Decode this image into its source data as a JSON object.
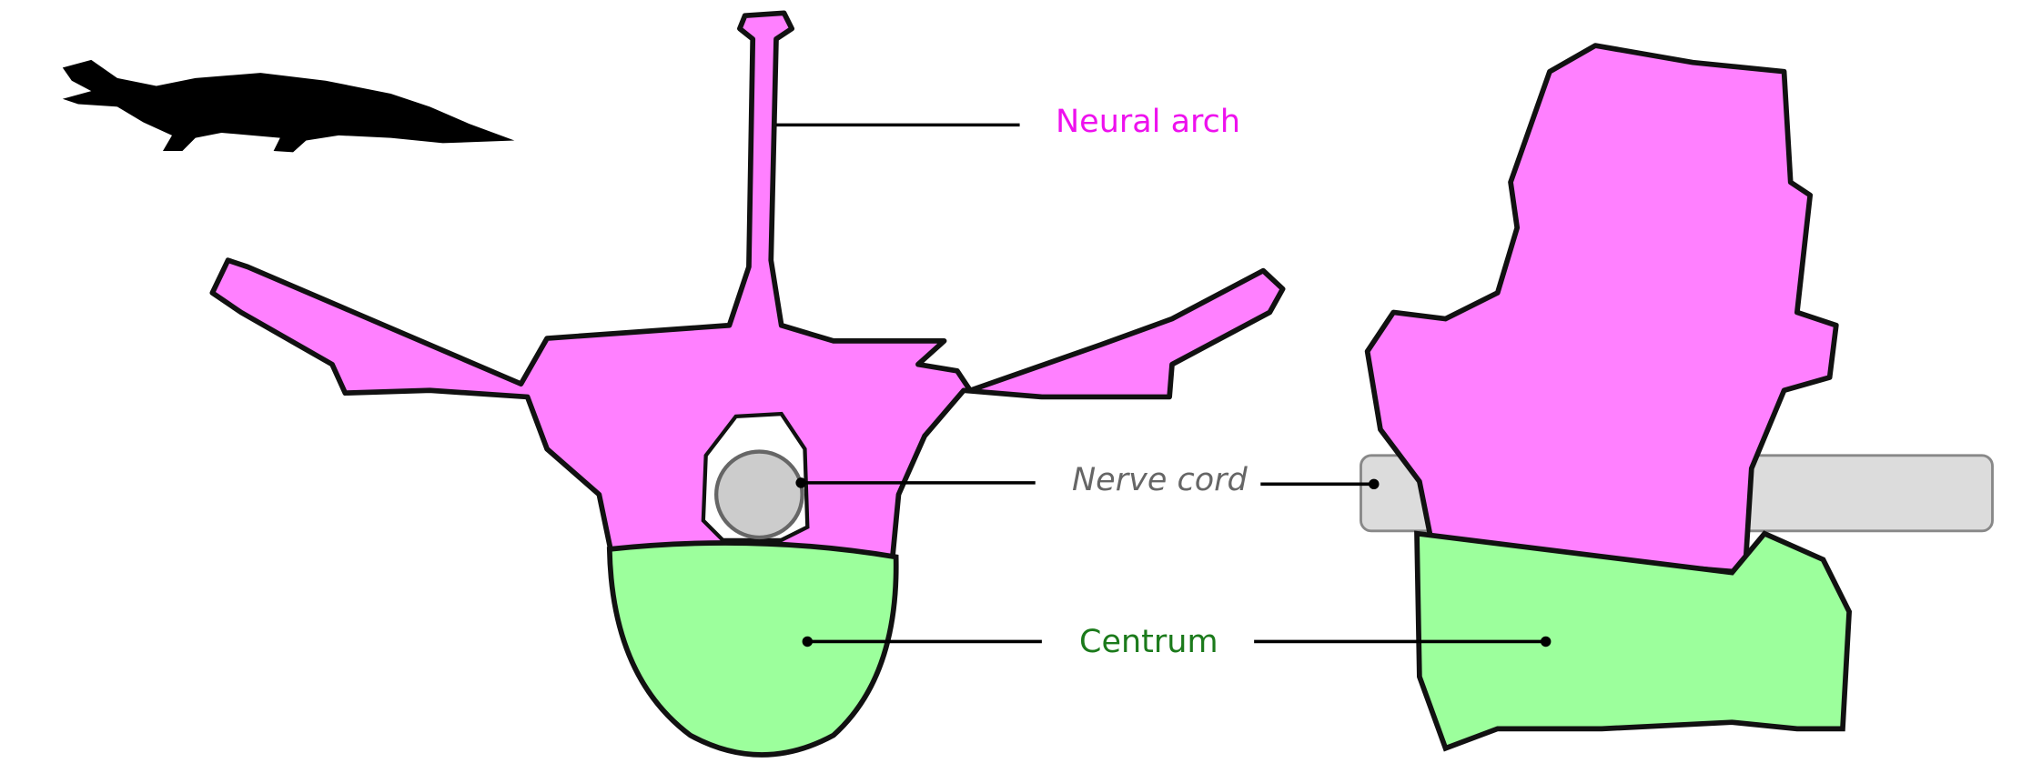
{
  "labels": {
    "neural_arch": "Neural arch",
    "nerve_cord": "Nerve cord",
    "centrum": "Centrum"
  },
  "colors": {
    "neural_arch_fill": "#ff80ff",
    "neural_arch_text": "#ee11ee",
    "centrum_fill": "#9cff9c",
    "centrum_text": "#1b7a1b",
    "nerve_cord_fill": "#cccccc",
    "nerve_cord_text": "#666666"
  },
  "icons": [
    "crocodile-silhouette-icon"
  ]
}
